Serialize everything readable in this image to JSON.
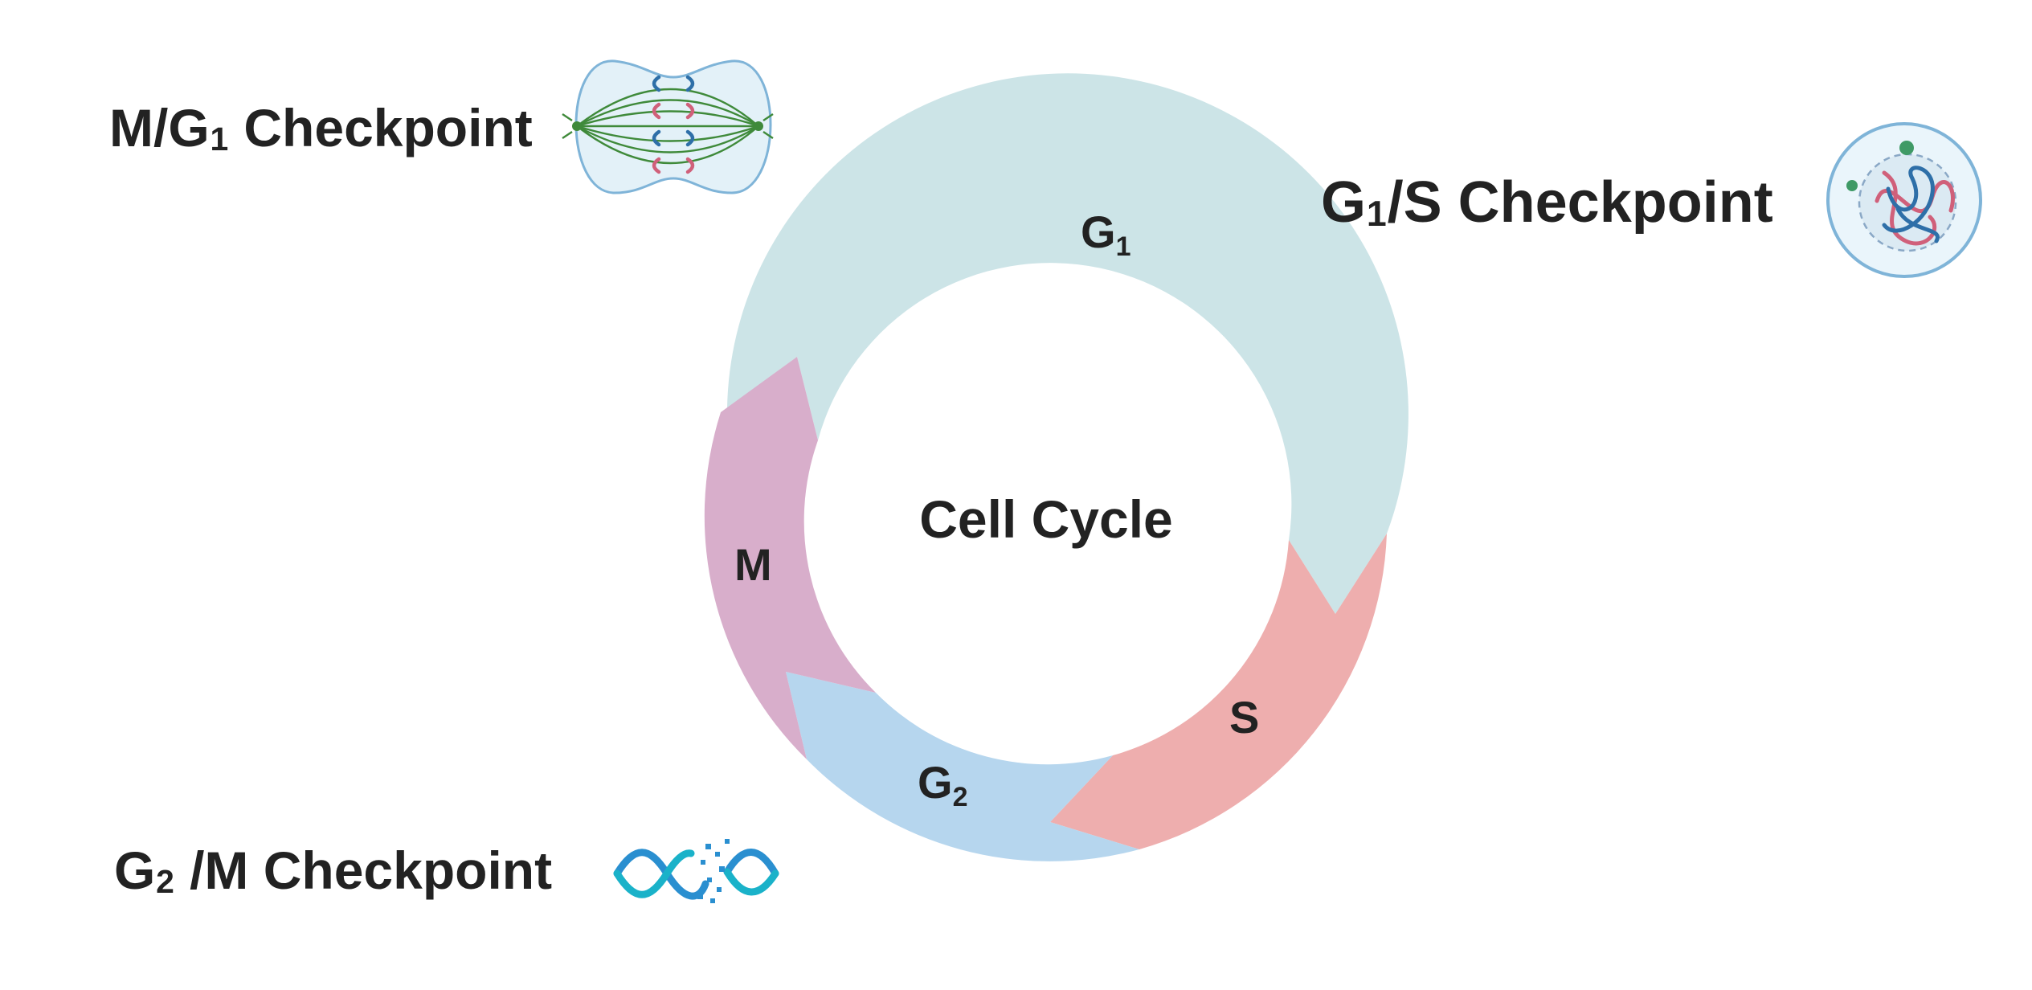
{
  "center_label": "Cell Cycle",
  "phases": {
    "g1": {
      "main": "G",
      "sub": "1"
    },
    "s": {
      "main": "S"
    },
    "g2": {
      "main": "G",
      "sub": "2"
    },
    "m": {
      "main": "M"
    }
  },
  "checkpoints": {
    "m_g1": {
      "pre": "M/G",
      "sub": "1",
      "post": " Checkpoint"
    },
    "g1_s": {
      "pre": "G",
      "sub": "1",
      "post": "/S Checkpoint"
    },
    "g2_m": {
      "pre": "G",
      "sub": "2",
      "post": " /M Checkpoint"
    }
  },
  "colors": {
    "g1": "#cce4e7",
    "s": "#eeaeae",
    "g2": "#b6d6ee",
    "m": "#d8aecb",
    "text": "#222222"
  },
  "icons": {
    "m_g1": "mitotic-spindle-cell-icon",
    "g1_s": "cell-nucleus-chromosomes-icon",
    "g2_m": "damaged-dna-helix-icon"
  }
}
